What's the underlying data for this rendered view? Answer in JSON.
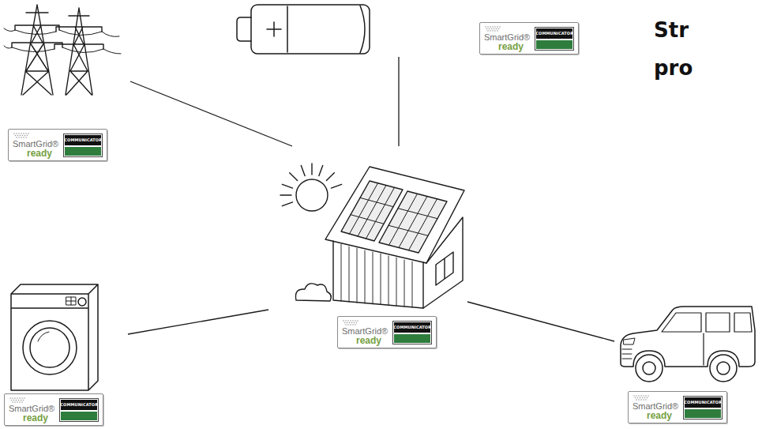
{
  "diagram": {
    "title": "Str pro",
    "nodes": [
      {
        "text": [
          "SmartGrid®",
          "ready",
          "COMMUNICATOR"
        ]
      },
      {
        "text": [
          "SmartGrid®",
          "ready",
          "COMMUNICATOR"
        ]
      },
      {
        "text": [
          "SmartGrid®",
          "ready",
          "COMMUNICATOR"
        ]
      },
      {
        "text": [
          "SmartGrid®",
          "ready",
          "COMMUNICATOR"
        ]
      },
      {
        "text": [
          "SmartGrid®",
          "ready",
          "COMMUNICATOR"
        ]
      }
    ],
    "edges": [
      {
        "from": 2,
        "to": 0,
        "arrow": "none"
      },
      {
        "from": 2,
        "to": 1,
        "arrow": "none"
      },
      {
        "from": 2,
        "to": 3,
        "arrow": "none"
      },
      {
        "from": 2,
        "to": 4,
        "arrow": "none"
      }
    ]
  }
}
